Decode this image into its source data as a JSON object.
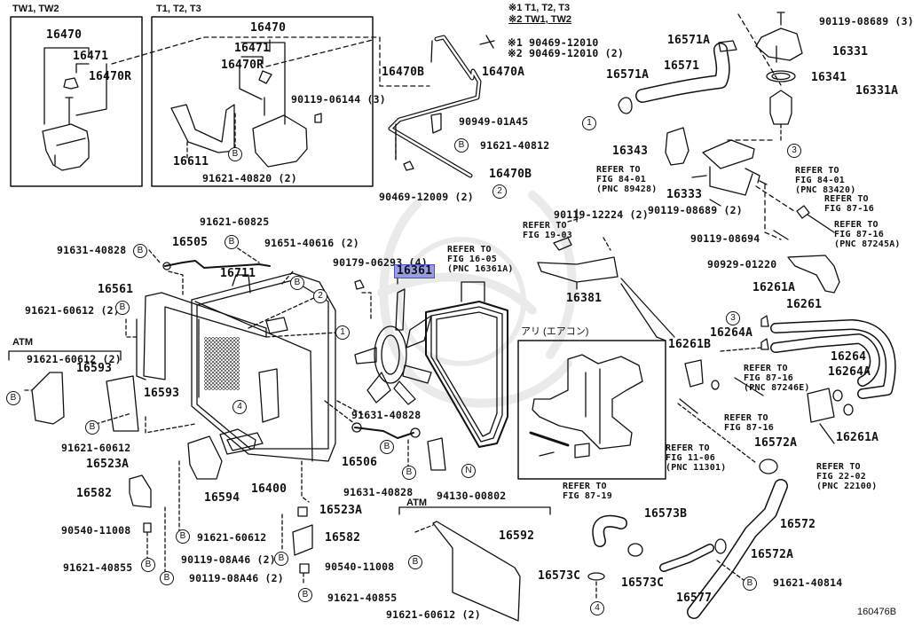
{
  "figure": {
    "number": "160476B",
    "highlighted_part": "16361",
    "highlight_color": "#8b8ee0"
  },
  "variant_groups": {
    "tw": "TW1, TW2",
    "t": "T1, T2, T3",
    "atm_left": "ATM",
    "atm_bottom": "ATM",
    "aircon": "アリ (エアコン)"
  },
  "legend": {
    "note1": "※1 T1, T2, T3",
    "note2": "※2 TW1, TW2",
    "clip1": "※1 90469-12010",
    "clip2": "※2 90469-12010 (2)"
  },
  "callouts": {
    "c1": "1",
    "c2": "2",
    "c3": "3",
    "c4": "4",
    "b": "B",
    "n": "N"
  },
  "parts": {
    "p16470_tw": "16470",
    "p16471_tw": "16471",
    "p16470R_tw": "16470R",
    "p16470_t": "16470",
    "p16471_t": "16471",
    "p16470R_t": "16470R",
    "p90119_06144": "90119-06144 (3)",
    "p16611": "16611",
    "p91621_40820": "91621-40820 (2)",
    "p16470B_top": "16470B",
    "p16470A": "16470A",
    "p90949_01A45": "90949-01A45",
    "p91621_40812": "91621-40812",
    "p16470B_bot": "16470B",
    "p90469_12009": "90469-12009 (2)",
    "p90119_08689_3": "90119-08689 (3)",
    "p16571A_top": "16571A",
    "p16331": "16331",
    "p16571A_left": "16571A",
    "p16571": "16571",
    "p16341": "16341",
    "p16331A": "16331A",
    "p16343": "16343",
    "p16333": "16333",
    "p90119_08689_2": "90119-08689 (2)",
    "p90119_08694": "90119-08694",
    "p90929_01220": "90929-01220",
    "p90119_12224": "90119-12224 (2)",
    "p16381": "16381",
    "p16361": "16361",
    "p90179_06293": "90179-06293 (4)",
    "p91621_60825": "91621-60825",
    "p16505": "16505",
    "p91631_40828_top": "91631-40828",
    "p91651_40616": "91651-40616 (2)",
    "p16711": "16711",
    "p16561": "16561",
    "p91621_60612_2a": "91621-60612 (2)",
    "p91621_60612_2b": "91621-60612 (2)",
    "p16593a": "16593",
    "p16593b": "16593",
    "p91621_60612_a": "91621-60612",
    "p16523A_left": "16523A",
    "p16582_left": "16582",
    "p90540_11008_left": "90540-11008",
    "p91621_40855_left": "91621-40855",
    "p16594": "16594",
    "p16400": "16400",
    "p91621_60612_b": "91621-60612",
    "p90119_08A46_a": "90119-08A46 (2)",
    "p90119_08A46_b": "90119-08A46 (2)",
    "p91631_40828_mid": "91631-40828",
    "p16506": "16506",
    "p91631_40828_low": "91631-40828",
    "p94130_00802": "94130-00802",
    "p16523A_mid": "16523A",
    "p16582_mid": "16582",
    "p90540_11008_mid": "90540-11008",
    "p91621_40855_mid": "91621-40855",
    "p16592": "16592",
    "p91621_60612_c": "91621-60612 (2)",
    "p16261A_top": "16261A",
    "p16261": "16261",
    "p16264A_top": "16264A",
    "p16261B": "16261B",
    "p16264": "16264",
    "p16264A_right": "16264A",
    "p16261A_right": "16261A",
    "p16572A_top": "16572A",
    "p16573B": "16573B",
    "p16572": "16572",
    "p16572A_bot": "16572A",
    "p16573C_left": "16573C",
    "p16573C_mid": "16573C",
    "p16577": "16577",
    "p91621_40814": "91621-40814"
  },
  "references": {
    "r_84_01_a": "REFER TO\nFIG 84-01\n(PNC 89428)",
    "r_84_01_b": "REFER TO\nFIG 84-01\n(PNC 83420)",
    "r_87_16_a": "REFER TO\nFIG 87-16",
    "r_87_16_b": "REFER TO\nFIG 87-16\n(PNC 87245A)",
    "r_19_03": "REFER TO\nFIG 19-03",
    "r_16_05": "REFER TO\nFIG 16-05\n(PNC 16361A)",
    "r_87_16_c": "REFER TO\nFIG 87-16\n(PNC 87246E)",
    "r_87_16_d": "REFER TO\nFIG 87-16",
    "r_11_06": "REFER TO\nFIG 11-06\n(PNC 11301)",
    "r_22_02": "REFER TO\nFIG 22-02\n(PNC 22100)",
    "r_87_19": "REFER TO\nFIG 87-19"
  }
}
